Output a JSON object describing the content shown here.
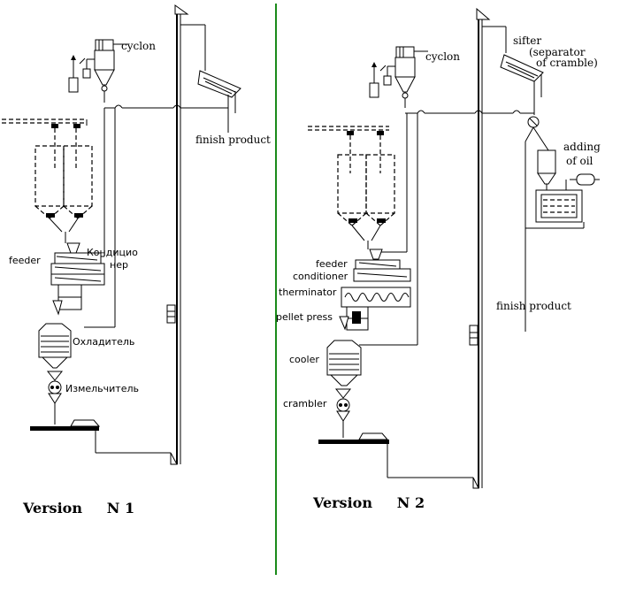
{
  "labels": {
    "v1_cyclon": "cyclon",
    "v1_finish": "finish product",
    "v1_feeder": "feeder",
    "v1_conditioner_1": "Кондицио",
    "v1_conditioner_2": "нер",
    "v1_cooler": "Охладитель",
    "v1_crambler": "Измельчитель",
    "v1_version": "Version     N 1",
    "v2_cyclon": "cyclon",
    "v2_sifter_1": "sifter",
    "v2_sifter_2": "(separator",
    "v2_sifter_3": "of  cramble)",
    "v2_oil_1": "adding",
    "v2_oil_2": "of oil",
    "v2_finish": "finish product",
    "v2_feeder": "feeder",
    "v2_conditioner": "conditioner",
    "v2_therminator": "therminator",
    "v2_pellet": "pellet press",
    "v2_cooler": "cooler",
    "v2_crambler": "crambler",
    "v2_version": "Version     N 2"
  },
  "colors": {
    "divider": "#1a8a1a",
    "line": "#000000",
    "background": "#ffffff"
  }
}
